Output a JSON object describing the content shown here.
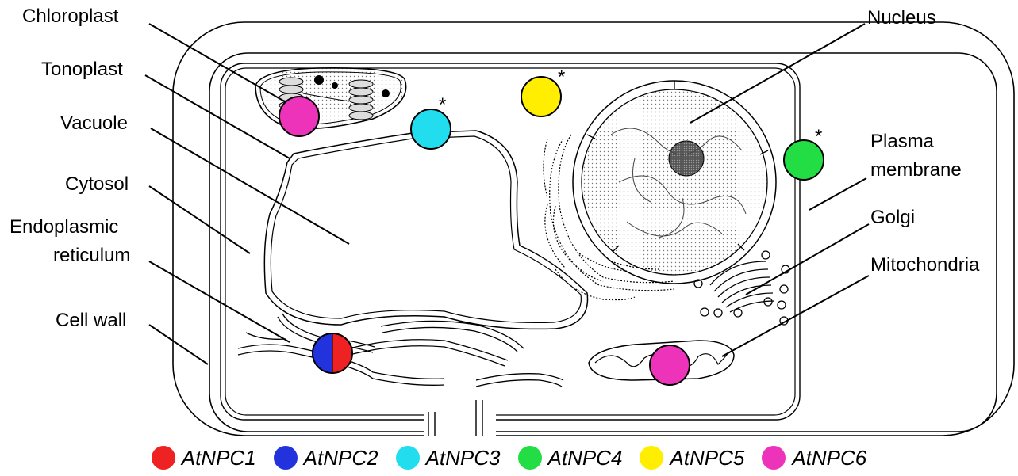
{
  "labels": {
    "chloroplast": "Chloroplast",
    "tonoplast": "Tonoplast",
    "vacuole": "Vacuole",
    "cytosol": "Cytosol",
    "er_line1": "Endoplasmic",
    "er_line2": "reticulum",
    "cell_wall": "Cell wall",
    "nucleus": "Nucleus",
    "plasma_line1": "Plasma",
    "plasma_line2": "membrane",
    "golgi": "Golgi",
    "mitochondria": "Mitochondria"
  },
  "asterisk": "*",
  "legend": [
    {
      "name": "AtNPC1",
      "color": "#ee2222"
    },
    {
      "name": "AtNPC2",
      "color": "#2233dd"
    },
    {
      "name": "AtNPC3",
      "color": "#22ddee"
    },
    {
      "name": "AtNPC4",
      "color": "#22dd44"
    },
    {
      "name": "AtNPC5",
      "color": "#ffee00"
    },
    {
      "name": "AtNPC6",
      "color": "#ee33bb"
    }
  ]
}
